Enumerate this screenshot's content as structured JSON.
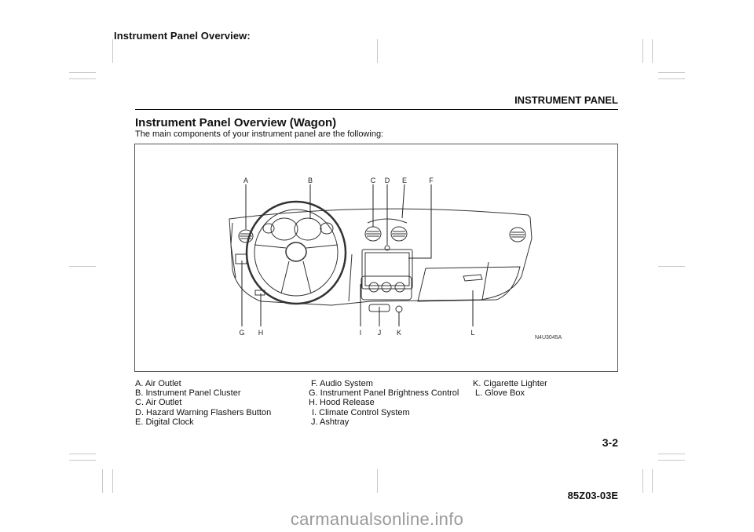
{
  "header": {
    "running_head": "Instrument Panel Overview:",
    "section": "INSTRUMENT PANEL"
  },
  "page": {
    "title": "Instrument Panel Overview (Wagon)",
    "intro": "The main components of your instrument panel are the following:"
  },
  "figure": {
    "code": "N4U3045A",
    "callouts_top": [
      "A",
      "B",
      "C",
      "D",
      "E",
      "F"
    ],
    "callouts_bottom": [
      "G",
      "H",
      "I",
      "J",
      "K",
      "L"
    ]
  },
  "legend": {
    "col1": [
      "A. Air Outlet",
      "B. Instrument Panel Cluster",
      "C. Air Outlet",
      "D. Hazard Warning Flashers Button",
      "E. Digital Clock"
    ],
    "col2": [
      "F. Audio System",
      "G. Instrument Panel Brightness Control",
      "H. Hood Release",
      "I. Climate Control System",
      "J. Ashtray"
    ],
    "col3": [
      "K. Cigarette Lighter",
      "L. Glove Box"
    ]
  },
  "footer": {
    "page_number": "3-2",
    "doc_code": "85Z03-03E"
  },
  "watermark": "carmanualsonline.info"
}
